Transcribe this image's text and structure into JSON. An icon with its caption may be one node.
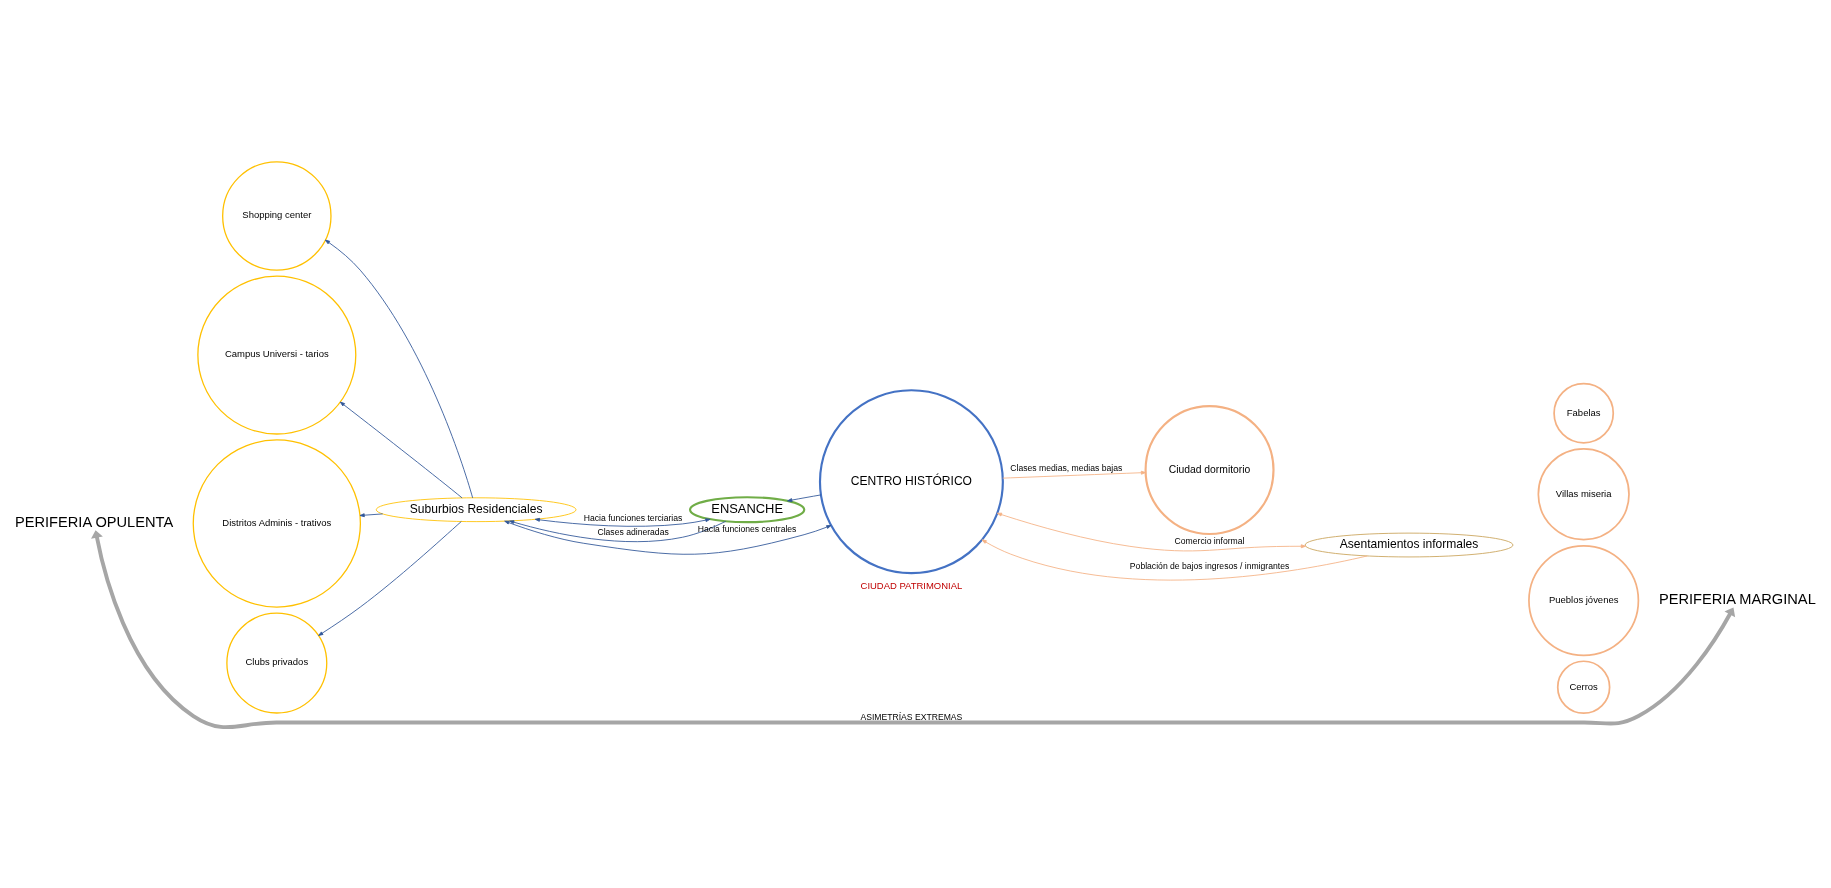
{
  "diagram": {
    "nodes": [
      {
        "text": [
          "PERIFERIA OPULENTA"
        ]
      },
      {
        "text": [
          "Shopping center"
        ]
      },
      {
        "text": [
          "Campus Universi - tarios"
        ]
      },
      {
        "text": [
          "Distritos Adminis - trativos"
        ]
      },
      {
        "text": [
          "Clubs privados"
        ]
      },
      {
        "text": [
          "Suburbios Residenciales"
        ]
      },
      {
        "text": [
          "ENSANCHE"
        ]
      },
      {
        "text": [
          "CENTRO HISTÓRICO"
        ]
      },
      {
        "text": [
          "Ciudad dormitorio"
        ]
      },
      {
        "text": [
          "Asentamientos informales"
        ]
      },
      {
        "text": [
          "Fabelas"
        ]
      },
      {
        "text": [
          "Villas miseria"
        ]
      },
      {
        "text": [
          "Pueblos jóvenes"
        ]
      },
      {
        "text": [
          "Cerros"
        ]
      },
      {
        "text": [
          "PERIFERIA MARGINAL"
        ]
      }
    ],
    "edges": [
      {
        "from": 0,
        "to": 14,
        "arrow": "both",
        "label": "ASIMETRÍAS EXTREMAS",
        "style": "thick",
        "color": "#a6a6a6"
      },
      {
        "from": 5,
        "to": 1,
        "arrow": "to"
      },
      {
        "from": 5,
        "to": 2,
        "arrow": "to"
      },
      {
        "from": 5,
        "to": 3,
        "arrow": "to"
      },
      {
        "from": 5,
        "to": 4,
        "arrow": "to"
      },
      {
        "from": 6,
        "to": 5,
        "arrow": "both",
        "label": "Hacia funciones terciarias"
      },
      {
        "from": 9,
        "to": 7,
        "arrow": "to",
        "label": "Población de bajos ingresos / inmigrantes",
        "color": "#f4b183"
      },
      {
        "from": 7,
        "to": 8,
        "arrow": "to",
        "label": "Clases medias, medias bajas",
        "color": "#f4b183"
      },
      {
        "from": 7,
        "to": 6,
        "arrow": "to"
      },
      {
        "from": 6,
        "to": 5,
        "arrow": "to",
        "label": "Clases adineradas"
      },
      {
        "from": 7,
        "to": 5,
        "arrow": "both",
        "label": "Hacia funciones centrales"
      },
      {
        "from": 7,
        "to": 9,
        "arrow": "both",
        "label": "Comercio informal",
        "color": "#f4b183"
      }
    ],
    "labels": [
      "CIUDAD PATRIMONIAL"
    ]
  }
}
